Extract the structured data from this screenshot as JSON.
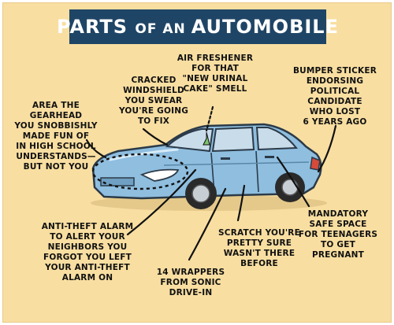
{
  "title": {
    "part1": "PARTS ",
    "part2": "OF AN ",
    "part3": "AUTOMOBILE"
  },
  "labels": {
    "engine": "AREA THE\nGEARHEAD\nYOU SNOBBISHLY\nMADE FUN OF\nIN HIGH SCHOOL\nUNDERSTANDS—\nBUT NOT YOU",
    "windshield": "CRACKED\nWINDSHIELD\nYOU SWEAR\nYOU'RE GOING\nTO FIX",
    "freshener": "AIR FRESHENER\nFOR THAT\n\"NEW URINAL\nCAKE\" SMELL",
    "sticker": "BUMPER STICKER\nENDORSING\nPOLITICAL\nCANDIDATE\nWHO LOST\n6 YEARS AGO",
    "alarm": "ANTI-THEFT ALARM\nTO ALERT YOUR\nNEIGHBORS YOU\nFORGOT YOU LEFT\nYOUR ANTI-THEFT\nALARM ON",
    "wrappers": "14 WRAPPERS\nFROM SONIC\nDRIVE-IN",
    "scratch": "SCRATCH YOU'RE\nPRETTY SURE\nWASN'T THERE\nBEFORE",
    "backseat": "MANDATORY\nSAFE SPACE\nFOR TEENAGERS\nTO GET\nPREGNANT"
  },
  "colors": {
    "background": "#f8dea1",
    "banner": "#1f4566",
    "car_body": "#8fbedf",
    "car_outline": "#2b3a48",
    "window": "#c9dcea",
    "tire": "#2a2a2a"
  }
}
